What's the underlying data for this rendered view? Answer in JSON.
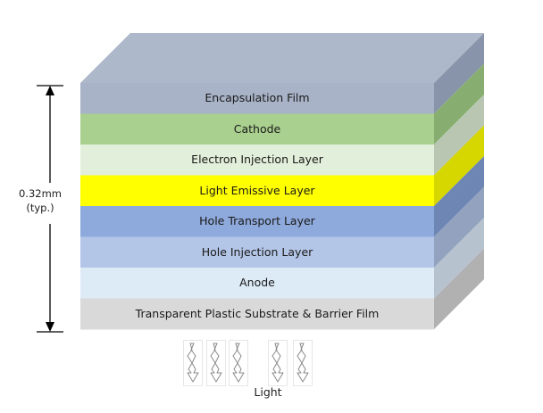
{
  "layers": [
    {
      "label": "Encapsulation Film",
      "front": "#a8b3c7",
      "side": "#8894aa"
    },
    {
      "label": "Cathode",
      "front": "#a9d08e",
      "side": "#87ae70"
    },
    {
      "label": "Electron Injection Layer",
      "front": "#e2efda",
      "side": "#b9c6b2"
    },
    {
      "label": "Light Emissive Layer",
      "front": "#ffff00",
      "side": "#d6d600"
    },
    {
      "label": "Hole Transport Layer",
      "front": "#8ea9db",
      "side": "#6e86b4"
    },
    {
      "label": "Hole Injection Layer",
      "front": "#b4c6e7",
      "side": "#92a2bf"
    },
    {
      "label": "Anode",
      "front": "#ddebf7",
      "side": "#b6c3cf"
    },
    {
      "label": "Transparent Plastic Substrate & Barrier Film",
      "front": "#d9d9d9",
      "side": "#b1b1b1"
    }
  ],
  "top_color": "#adb9ca",
  "thickness": {
    "line1": "0.32mm",
    "line2": "(typ.)"
  },
  "light_label": "Light",
  "light_arrow_count": 5
}
